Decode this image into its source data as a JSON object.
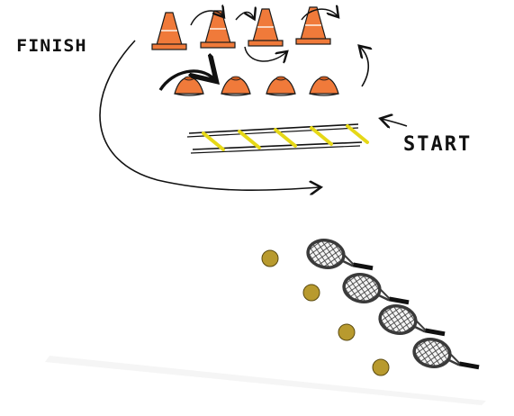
{
  "labels": {
    "finish": "FINISH",
    "start": "START"
  },
  "icons": {
    "tall_cone": "traffic-cone-icon",
    "flat_cone": "marker-cone-icon",
    "ladder": "agility-ladder-icon",
    "ball": "tennis-ball-icon",
    "racket": "tennis-racket-icon",
    "arrow": "curved-arrow-icon"
  },
  "colors": {
    "cone": "#f07a3a",
    "cone_outline": "#1a1a1a",
    "ladder_rung": "#e6d817",
    "ball": "#b89a2e",
    "racket_head": "#3a3a3a",
    "ink": "#111111"
  },
  "counts": {
    "tall_cones": 4,
    "flat_cones": 4,
    "ladder_rungs": 5,
    "balls": 4,
    "rackets": 4
  }
}
